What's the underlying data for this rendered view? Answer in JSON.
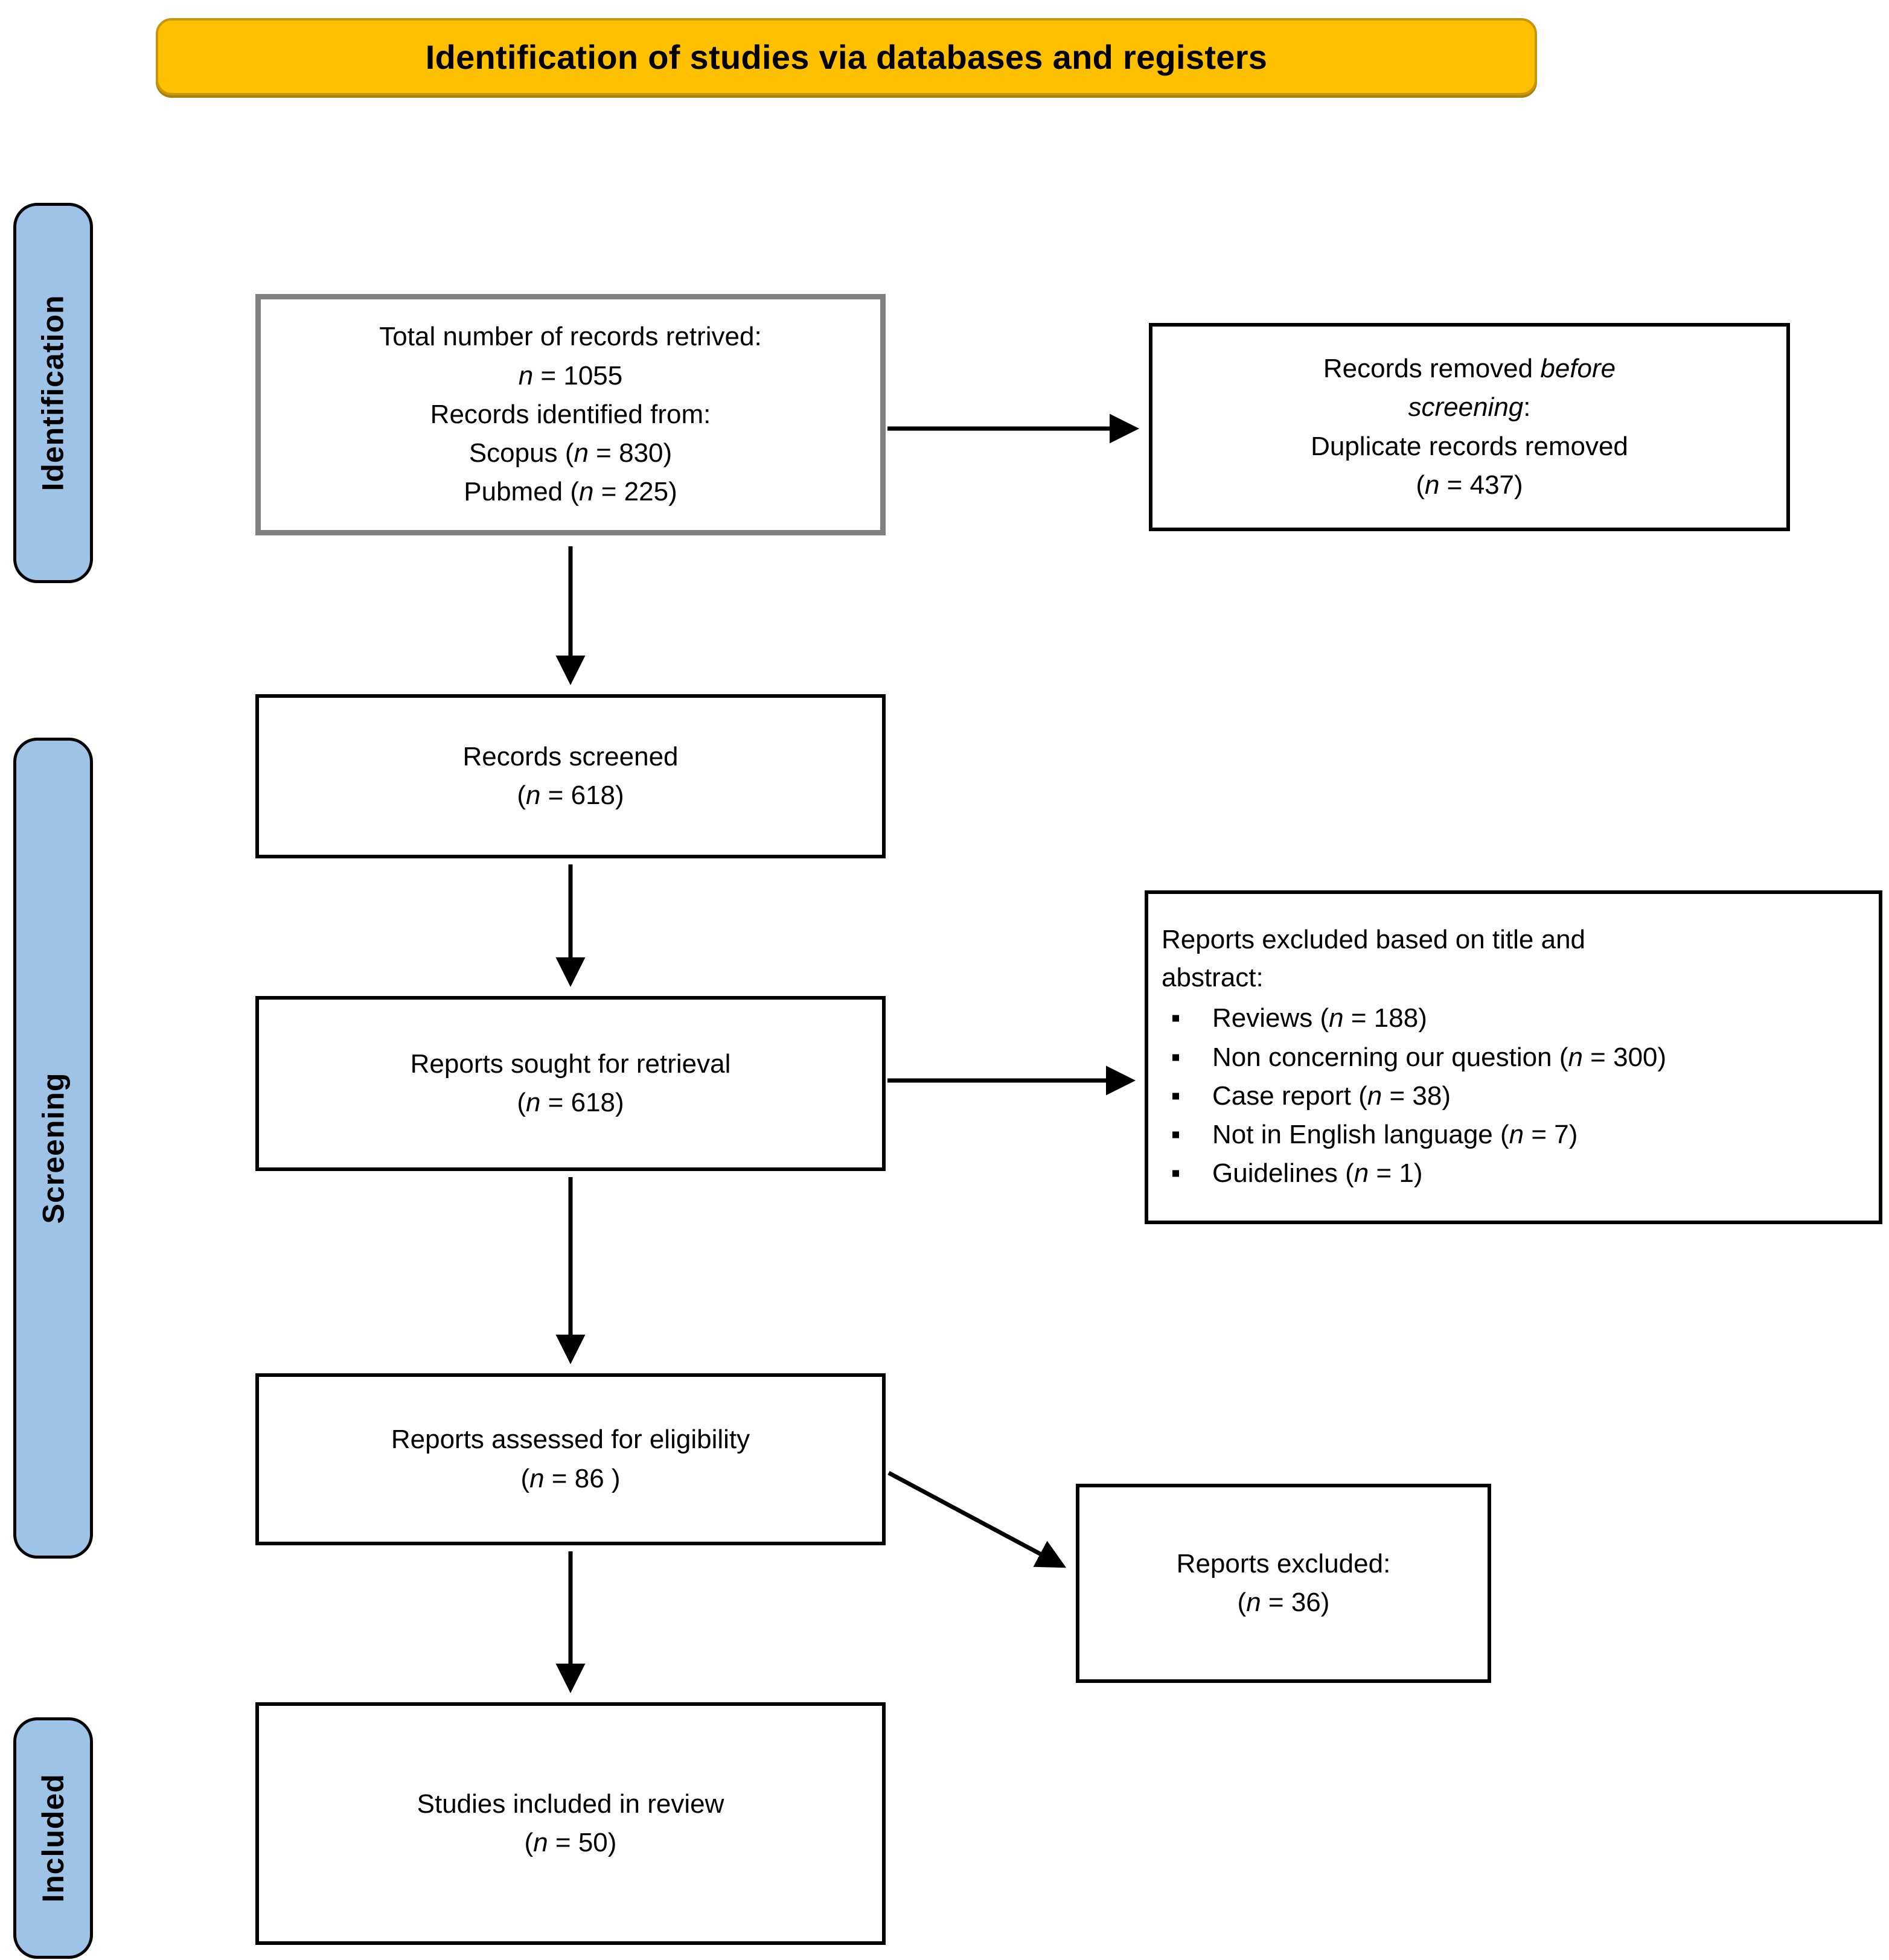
{
  "colors": {
    "header_banner": "#FFC000",
    "header_banner_border": "#C8960C",
    "stage_bar": "#9DC3E6",
    "stage_bar_border": "#000000",
    "box_border": "#000000",
    "first_box_border": "#808080",
    "text": "#000000",
    "background": "#FFFFFF"
  },
  "header": {
    "title": "Identification of studies via databases and registers"
  },
  "stages": [
    {
      "id": "identification",
      "label": "Identification"
    },
    {
      "id": "screening",
      "label": "Screening"
    },
    {
      "id": "included",
      "label": "Included"
    }
  ],
  "boxes": {
    "records_retrieved": {
      "lines": [
        "Total number of records retrived:",
        "n = 1055",
        "Records identified from:",
        "Scopus (n = 830)",
        "Pubmed (n = 225)"
      ],
      "total": 1055,
      "sources": [
        {
          "name": "Scopus",
          "n": 830
        },
        {
          "name": "Pubmed",
          "n": 225
        }
      ]
    },
    "records_removed": {
      "lines": [
        "Records removed before",
        "screening:",
        "Duplicate records removed",
        "(n = 437)"
      ],
      "n": 437
    },
    "records_screened": {
      "lines": [
        "Records screened",
        "(n = 618)"
      ],
      "n": 618
    },
    "reports_sought": {
      "lines": [
        "Reports sought for retrieval",
        "(n = 618)"
      ],
      "n": 618
    },
    "reports_excluded_reasons": {
      "heading_line1": "Reports excluded based on title and",
      "heading_line2": "abstract:",
      "items": [
        {
          "label": "Reviews",
          "n": 188,
          "text": "Reviews (n = 188)"
        },
        {
          "label": "Non concerning our question",
          "n": 300,
          "text": "Non concerning our question (n = 300)"
        },
        {
          "label": "Case report",
          "n": 38,
          "text": "Case report (n = 38)"
        },
        {
          "label": "Not in English language",
          "n": 7,
          "text": "Not in English language (n = 7)"
        },
        {
          "label": "Guidelines",
          "n": 1,
          "text": "Guidelines (n = 1)"
        }
      ]
    },
    "reports_assessed": {
      "lines": [
        "Reports assessed for eligibility",
        "(n = 86 )"
      ],
      "n": 86
    },
    "reports_excluded": {
      "lines": [
        "Reports excluded:",
        "(n = 36)"
      ],
      "n": 36
    },
    "studies_included": {
      "lines": [
        "Studies included in review",
        "(n = 50)"
      ],
      "n": 50
    }
  },
  "connectors": [
    {
      "id": "retrieved-to-removed",
      "type": "horizontal-arrow"
    },
    {
      "id": "retrieved-to-screened",
      "type": "vertical-arrow"
    },
    {
      "id": "screened-to-sought",
      "type": "vertical-arrow"
    },
    {
      "id": "sought-to-excluded-reasons",
      "type": "horizontal-arrow"
    },
    {
      "id": "sought-to-assessed",
      "type": "vertical-arrow"
    },
    {
      "id": "assessed-to-excluded",
      "type": "diagonal-arrow"
    },
    {
      "id": "assessed-to-included",
      "type": "vertical-arrow"
    }
  ]
}
